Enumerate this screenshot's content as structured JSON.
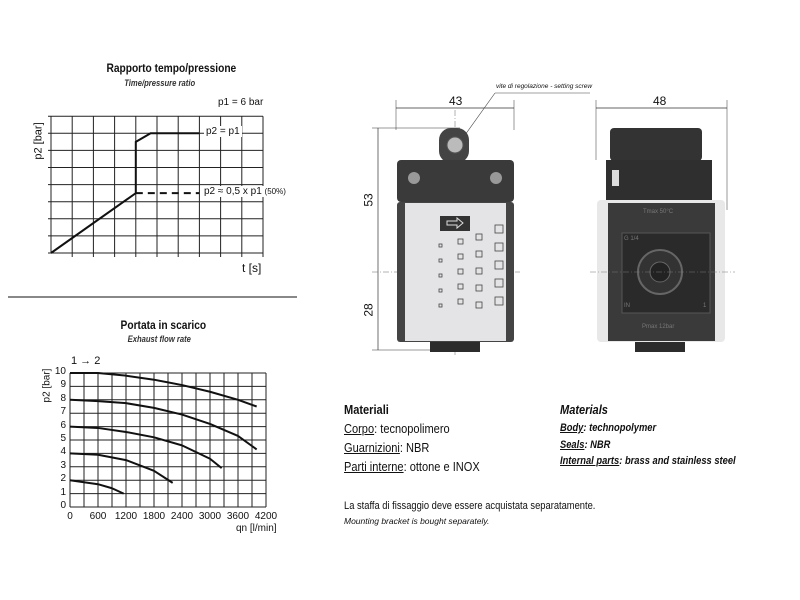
{
  "chart_data": [
    {
      "type": "line",
      "title": "Rapporto tempo/pressione",
      "subtitle": "Time/pressure ratio",
      "xlabel": "t [s]",
      "ylabel": "p2 [bar]",
      "grid": true,
      "annotations": {
        "p1": "p1 = 6 bar",
        "full": "p2 = p1",
        "half": "p2 ≈ 0,5 x p1",
        "half_pct": "(50%)"
      },
      "series": [
        {
          "name": "p2",
          "x": [
            0,
            4,
            4,
            4.7,
            7
          ],
          "y": [
            0,
            3.5,
            6.5,
            7,
            7
          ]
        },
        {
          "name": "p2 ≈ 0,5 x p1",
          "style": "dashed",
          "x": [
            4,
            7
          ],
          "y": [
            3.5,
            3.5
          ]
        }
      ],
      "xlim": [
        0,
        10
      ],
      "ylim": [
        0,
        8
      ]
    },
    {
      "type": "line",
      "title": "Portata in scarico",
      "subtitle": "Exhaust flow rate",
      "xlabel": "qn [l/min]",
      "ylabel": "p2 [bar]",
      "direction": "1 → 2",
      "grid": true,
      "xlim": [
        0,
        4200
      ],
      "ylim": [
        0,
        10
      ],
      "xticks": [
        "0",
        "600",
        "1200",
        "1800",
        "2400",
        "3000",
        "3600",
        "4200"
      ],
      "yticks": [
        "0",
        "1",
        "2",
        "3",
        "4",
        "5",
        "6",
        "7",
        "8",
        "9",
        "10"
      ],
      "series": [
        {
          "name": "10 bar",
          "x": [
            0,
            600,
            1200,
            1800,
            2400,
            3000,
            3600,
            4000
          ],
          "y": [
            10,
            10,
            9.8,
            9.5,
            9.1,
            8.6,
            8.0,
            7.5
          ]
        },
        {
          "name": "8 bar",
          "x": [
            0,
            600,
            1200,
            1800,
            2400,
            3000,
            3600,
            4000
          ],
          "y": [
            8,
            7.9,
            7.75,
            7.4,
            6.9,
            6.2,
            5.3,
            4.3
          ]
        },
        {
          "name": "6 bar",
          "x": [
            0,
            600,
            1200,
            1800,
            2400,
            3000,
            3250
          ],
          "y": [
            6,
            5.9,
            5.6,
            5.2,
            4.6,
            3.6,
            2.9
          ]
        },
        {
          "name": "4 bar",
          "x": [
            0,
            600,
            1200,
            1800,
            2200
          ],
          "y": [
            4,
            3.9,
            3.5,
            2.7,
            1.8
          ]
        },
        {
          "name": "2 bar",
          "x": [
            0,
            600,
            900,
            1150
          ],
          "y": [
            2,
            1.7,
            1.4,
            1.0
          ]
        }
      ]
    }
  ],
  "drawing": {
    "dim_width_front": "43",
    "dim_width_side": "48",
    "dim_upper": "53",
    "dim_lower": "28",
    "leader": "vite di regolazione - setting screw",
    "tmax": "Tmax 50°C",
    "port": "G 1/4",
    "in": "IN",
    "one": "1",
    "pmax": "Pmax 12bar"
  },
  "materials": {
    "it_title": "Materiali",
    "it": [
      {
        "k": "Corpo",
        "v": ": tecnopolimero"
      },
      {
        "k": "Guarnizioni",
        "v": ": NBR"
      },
      {
        "k": "Parti interne",
        "v": ": ottone e INOX"
      }
    ],
    "en_title": "Materials",
    "en": [
      {
        "k": "Body",
        "v": ": technopolymer"
      },
      {
        "k": "Seals",
        "v": ": NBR"
      },
      {
        "k": "Internal parts",
        "v": ": brass and stainless steel"
      }
    ]
  },
  "note": {
    "it": "La staffa di fissaggio deve essere acquistata separatamente.",
    "en": "Mounting bracket is bought separately."
  }
}
